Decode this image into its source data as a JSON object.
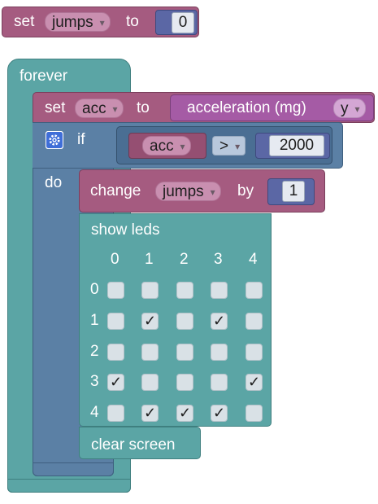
{
  "set_jumps": {
    "set": "set",
    "variable": "jumps",
    "to": "to",
    "value": "0"
  },
  "forever": {
    "label": "forever"
  },
  "set_acc": {
    "set": "set",
    "variable": "acc",
    "to": "to",
    "accel_label": "acceleration (mg)",
    "axis": "y"
  },
  "if_block": {
    "if": "if",
    "do": "do",
    "var": "acc",
    "op": ">",
    "value": "2000"
  },
  "change": {
    "label": "change",
    "variable": "jumps",
    "by": "by",
    "value": "1"
  },
  "show_leds": {
    "label": "show leds",
    "col_headers": [
      "0",
      "1",
      "2",
      "3",
      "4"
    ],
    "row_headers": [
      "0",
      "1",
      "2",
      "3",
      "4"
    ],
    "grid": [
      [
        false,
        false,
        false,
        false,
        false
      ],
      [
        false,
        true,
        false,
        true,
        false
      ],
      [
        false,
        false,
        false,
        false,
        false
      ],
      [
        true,
        false,
        false,
        false,
        true
      ],
      [
        false,
        true,
        true,
        true,
        false
      ]
    ],
    "check_mark": "✓"
  },
  "clear_screen": {
    "label": "clear screen"
  },
  "colors": {
    "variables": "#a55b80",
    "loops": "#5ba5a5",
    "logic": "#5b80a5",
    "input": "#a55ba5"
  },
  "icons": {
    "gear": "gear-icon"
  }
}
